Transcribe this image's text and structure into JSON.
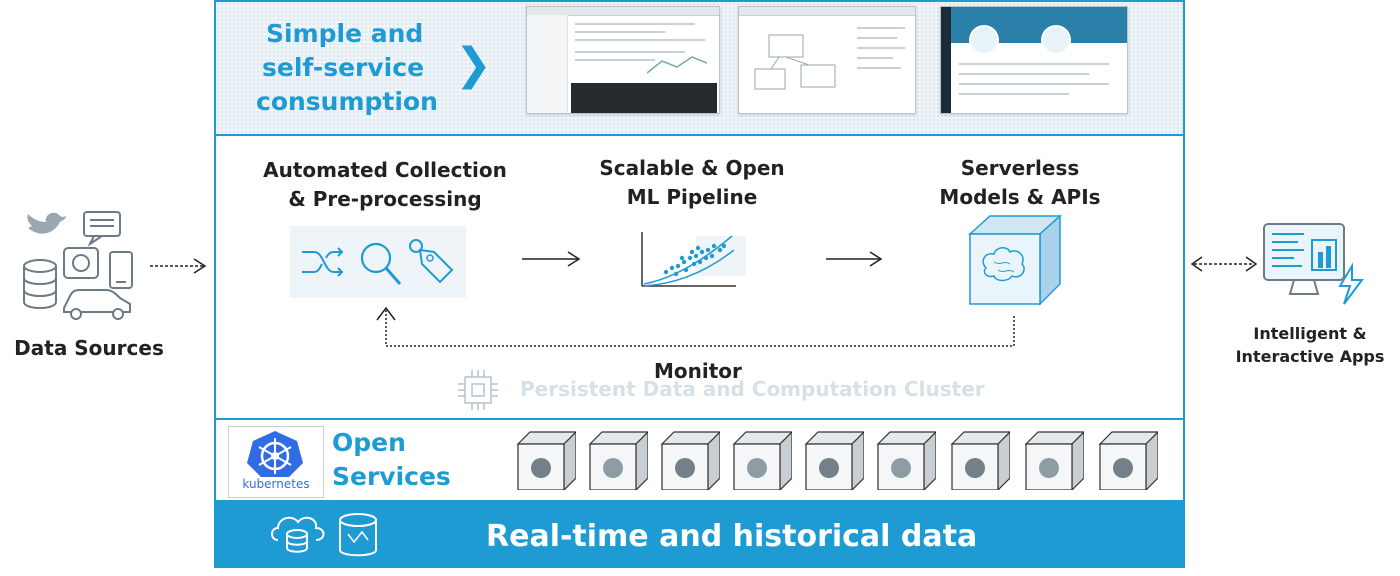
{
  "consumption": {
    "line1": "Simple and",
    "line2": "self-service",
    "line3": "consumption",
    "chevron": "❯"
  },
  "stages": [
    {
      "line1": "Automated Collection",
      "line2": "& Pre-processing"
    },
    {
      "line1": "Scalable & Open",
      "line2": "ML Pipeline"
    },
    {
      "line1": "Serverless",
      "line2": "Models & APIs"
    }
  ],
  "monitor": "Monitor",
  "cluster": "Persistent Data and Computation Cluster",
  "open_services": {
    "line1": "Open",
    "line2": "Services",
    "k8s_label": "kubernetes"
  },
  "data_band": "Real-time and historical data",
  "data_sources": "Data Sources",
  "apps": {
    "line1": "Intelligent &",
    "line2": "Interactive Apps"
  },
  "colors": {
    "accent": "#1f9bd3",
    "band": "#eef4f8"
  },
  "icons": [
    "shuffle-icon",
    "search-icon",
    "tag-icon",
    "scatter-plot-icon",
    "brain-cube-icon",
    "chip-icon",
    "kubernetes-logo",
    "cloud-database-icon",
    "database-icon",
    "twitter-icon",
    "chat-icon",
    "camera-icon",
    "phone-icon",
    "sql-database-icon",
    "car-icon",
    "monitor-app-icon"
  ]
}
